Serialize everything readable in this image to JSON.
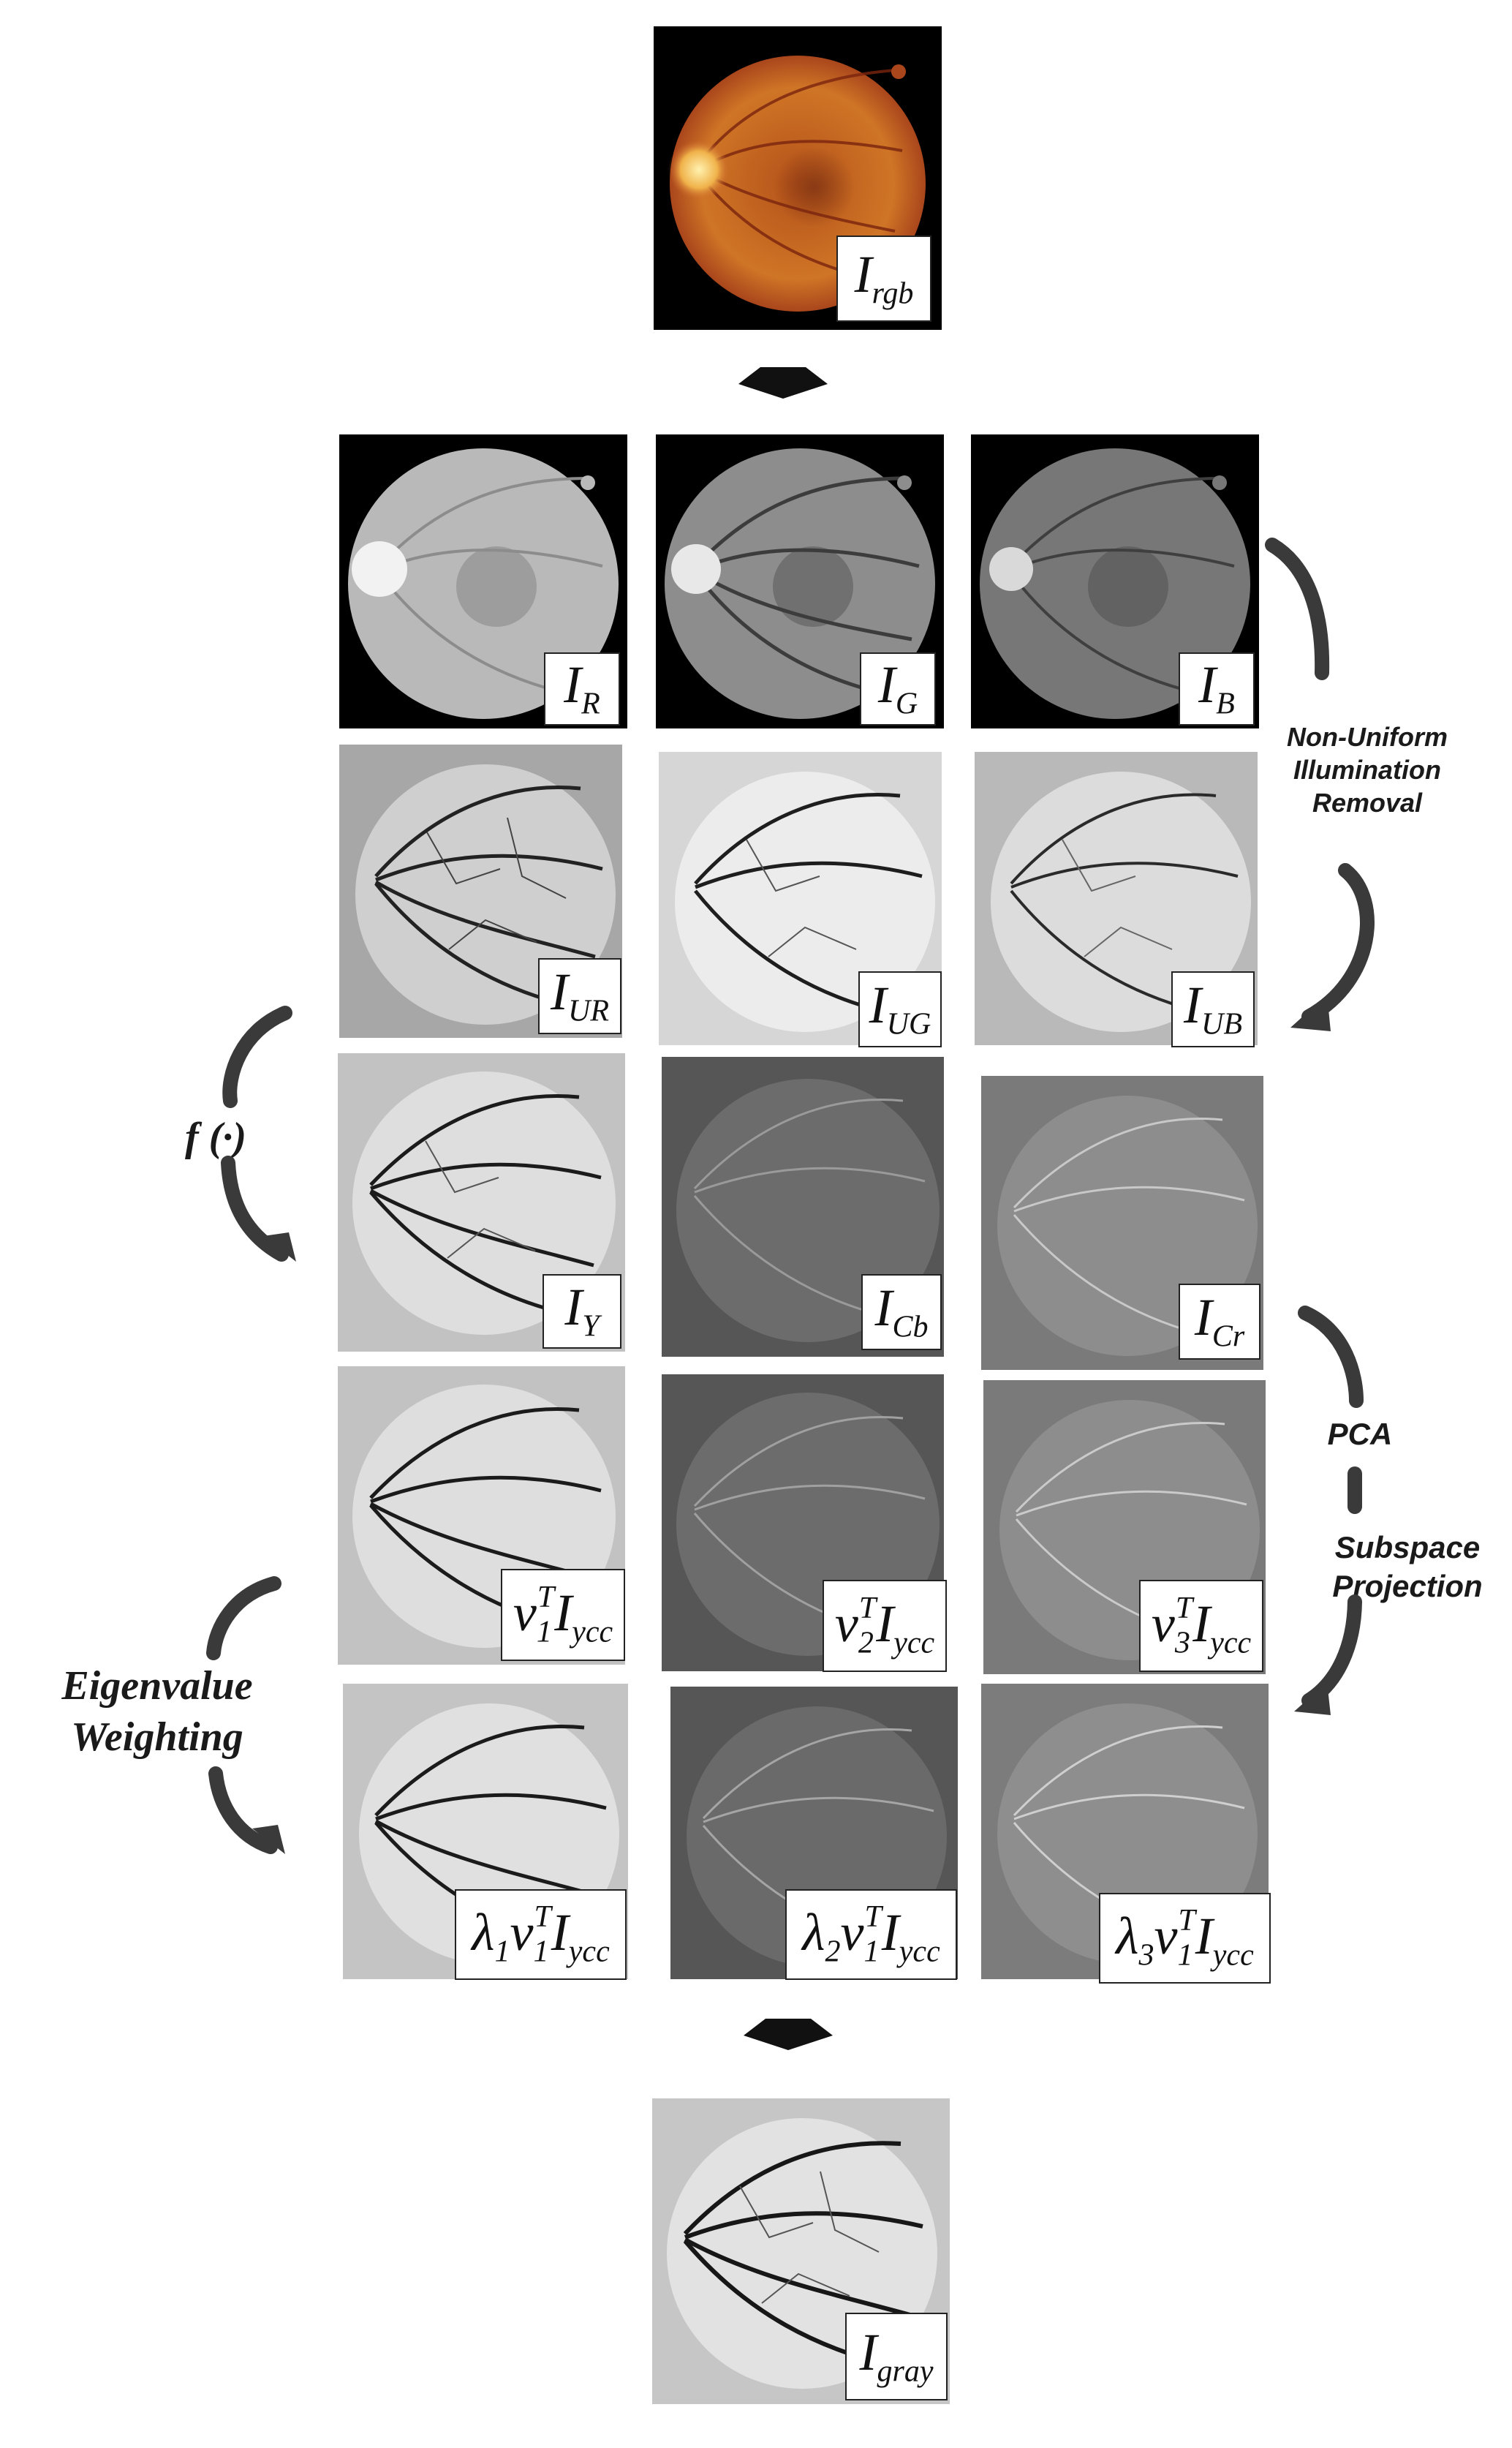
{
  "panels": {
    "rgb": {
      "sym": "I",
      "sub": "rgb"
    },
    "r": {
      "sym": "I",
      "sub": "R"
    },
    "g": {
      "sym": "I",
      "sub": "G"
    },
    "b": {
      "sym": "I",
      "sub": "B"
    },
    "ur": {
      "sym": "I",
      "sub": "UR"
    },
    "ug": {
      "sym": "I",
      "sub": "UG"
    },
    "ub": {
      "sym": "I",
      "sub": "UB"
    },
    "y": {
      "sym": "I",
      "sub": "Y"
    },
    "cb": {
      "sym": "I",
      "sub": "Cb"
    },
    "cr": {
      "sym": "I",
      "sub": "Cr"
    },
    "p1": {
      "v": "v",
      "v_sub": "1",
      "v_sup": "T",
      "sym": "I",
      "sub": "ycc"
    },
    "p2": {
      "v": "v",
      "v_sub": "2",
      "v_sup": "T",
      "sym": "I",
      "sub": "ycc"
    },
    "p3": {
      "v": "v",
      "v_sub": "3",
      "v_sup": "T",
      "sym": "I",
      "sub": "ycc"
    },
    "w1": {
      "lam": "λ",
      "lam_sub": "1",
      "v": "v",
      "v_sub": "1",
      "v_sup": "T",
      "sym": "I",
      "sub": "ycc"
    },
    "w2": {
      "lam": "λ",
      "lam_sub": "2",
      "v": "v",
      "v_sub": "1",
      "v_sup": "T",
      "sym": "I",
      "sub": "ycc"
    },
    "w3": {
      "lam": "λ",
      "lam_sub": "3",
      "v": "v",
      "v_sub": "1",
      "v_sup": "T",
      "sym": "I",
      "sub": "ycc"
    },
    "gray": {
      "sym": "I",
      "sub": "gray"
    }
  },
  "annotations": {
    "illum_1": "Non-Uniform",
    "illum_2": "Illumination",
    "illum_3": "Removal",
    "f": "f (·)",
    "pca": "PCA",
    "subspace_1": "Subspace",
    "subspace_2": "Projection",
    "eig_1": "Eigenvalue",
    "eig_2": "Weighting"
  }
}
